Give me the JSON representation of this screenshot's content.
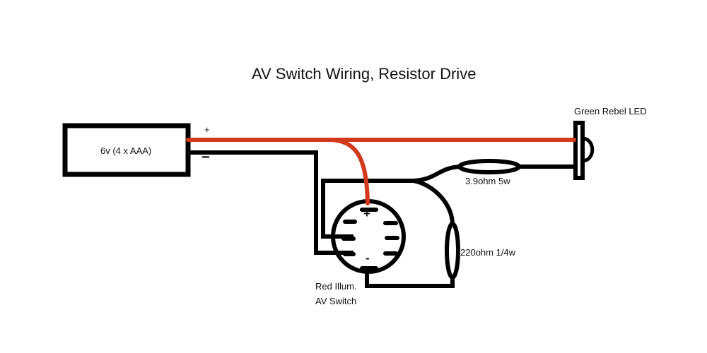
{
  "title": "AV Switch Wiring, Resistor Drive",
  "battery": {
    "label": "6v (4 x AAA)",
    "plus": "+",
    "minus": "−"
  },
  "led": {
    "label": "Green Rebel LED"
  },
  "resistor_1": {
    "label": "3.9ohm 5w"
  },
  "resistor_2": {
    "label": "220ohm 1/4w"
  },
  "switch": {
    "label_line1": "Red Illum.",
    "label_line2": "AV Switch",
    "plus": "+",
    "minus": "-"
  },
  "colors": {
    "positive_wire": "#d33a1c",
    "wire": "#000000"
  }
}
